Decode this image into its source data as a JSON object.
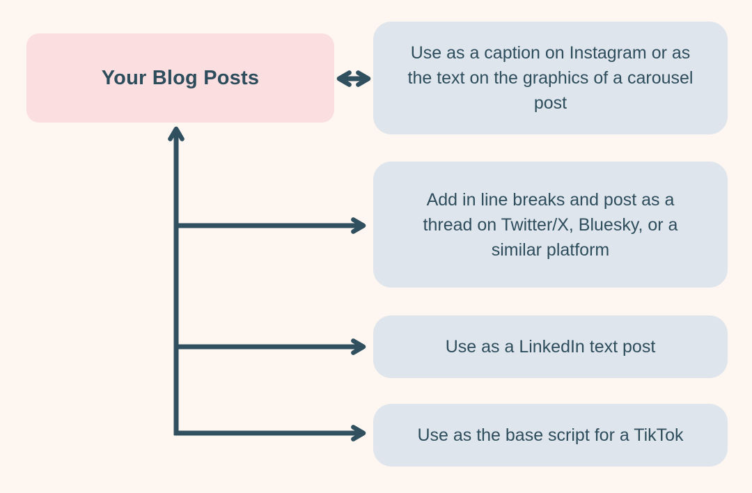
{
  "diagram": {
    "source": {
      "label": "Your Blog Posts"
    },
    "targets": [
      {
        "label": "Use as a caption on Instagram or as the text on the graphics of a carousel post"
      },
      {
        "label": "Add in line breaks and post as a thread on Twitter/X, Bluesky, or a similar platform"
      },
      {
        "label": "Use as a LinkedIn text post"
      },
      {
        "label": "Use as the base script for a TikTok"
      }
    ]
  },
  "colors": {
    "background": "#fdf6f1",
    "source_box": "#fbdee0",
    "target_box": "#dfe5ec",
    "text": "#2e4d5c",
    "arrow": "#31505f"
  }
}
